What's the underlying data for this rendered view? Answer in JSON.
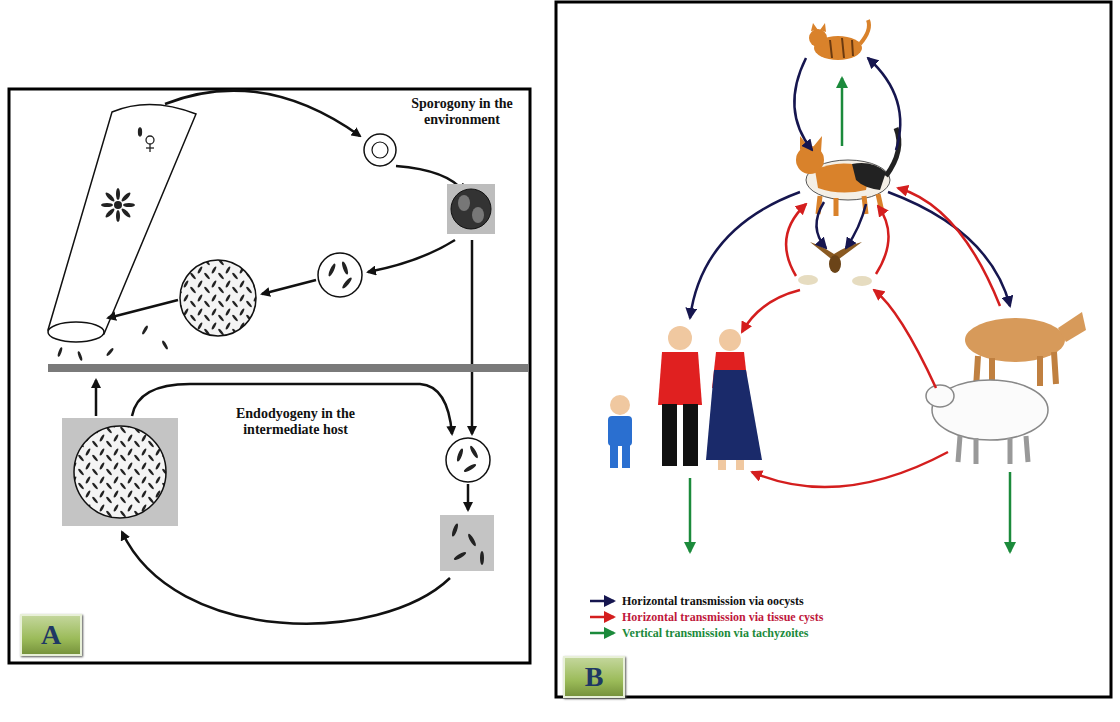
{
  "diagram": {
    "nodes": [
      {
        "text": [
          "A"
        ]
      },
      {
        "text": [
          "B"
        ]
      }
    ],
    "labels": [
      "Sporogony in the environment",
      "Endodyogeny in the intermediate host"
    ],
    "legend": [
      {
        "text": "Horizontal transmission via oocysts"
      },
      {
        "text": "Horizontal transmission via tissue cysts"
      },
      {
        "text": "Vertical transmission via tachyzoites"
      }
    ]
  }
}
